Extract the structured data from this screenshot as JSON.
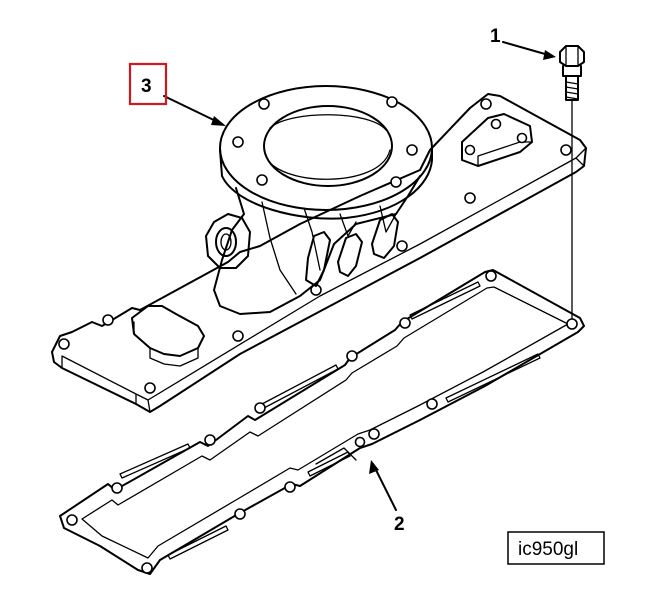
{
  "callouts": {
    "bolt": "1",
    "gasket": "2",
    "outlet_connection": "3"
  },
  "figure_code": "ic950gl",
  "colors": {
    "highlight_box": "#d0191e",
    "line": "#000000"
  }
}
